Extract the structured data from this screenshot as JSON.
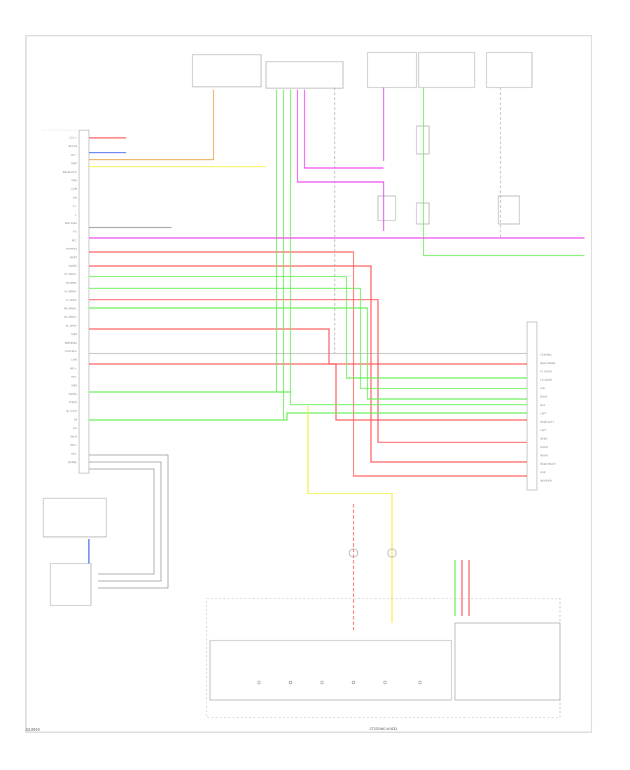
{
  "figure_id": "G10000",
  "bottom_label": "STEERING WHEEL",
  "wire_colors": {
    "red": "#ff5a5a",
    "green": "#66ee55",
    "pink": "#ee44ee",
    "yellow": "#f4f044",
    "blue": "#4466ee",
    "orange": "#e8a040",
    "gray": "#888888",
    "black": "#555555"
  },
  "left_connector_labels": [
    "CLK +",
    "BUS IN",
    "CLK -",
    "DISP",
    "BACKLIGHT",
    "GND",
    "COM",
    "SW",
    "IL+",
    "L-",
    "DIM HIGH",
    "IG1",
    "ACC",
    "REMOTE",
    "MUTE",
    "AUDIO",
    "FR SPKR+",
    "FR SPKR-",
    "FL SPKR+",
    "FL SPKR-",
    "RR SPKR+",
    "RL SPKR+",
    "RL SPKR-",
    "GND",
    "WARNING",
    "CONTROL",
    "LINE",
    "MIC+",
    "MIC-",
    "GND",
    "AUDIO",
    "STEER",
    "RL LOCK",
    "IN",
    "SIG",
    "SHLD",
    "MIC+",
    "MIC-",
    "SIGNAL"
  ],
  "right_connector_labels": [
    "CENTRAL",
    "BACK PANEL",
    "FL DOOR",
    "FR DOOR",
    "IGN",
    "ROOF",
    "BLK",
    "LEFT",
    "REAR LEFT",
    "LEFT",
    "REAR",
    "RIGHT",
    "RIGHT",
    "REAR RIGHT",
    "SUB",
    "WOOFER"
  ]
}
